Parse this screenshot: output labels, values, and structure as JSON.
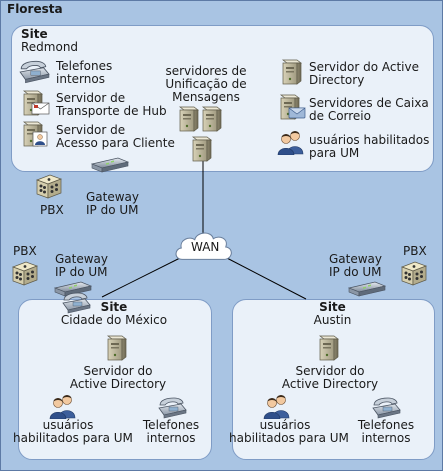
{
  "forest": {
    "title": "Floresta"
  },
  "redmond": {
    "site_label": "Site",
    "name": "Redmond",
    "phones": [
      "Telefones",
      "internos"
    ],
    "hub": [
      "Servidor de",
      "Transporte de Hub"
    ],
    "cas": [
      "Servidor de",
      "Acesso para Cliente"
    ],
    "um_servers": [
      "servidores de",
      "Unificação de",
      "Mensagens"
    ],
    "ad": [
      "Servidor do Active",
      "Directory"
    ],
    "mailbox": [
      "Servidores de Caixa",
      "de Correio"
    ],
    "um_users": [
      "usuários habilitados",
      "para UM"
    ]
  },
  "redmond_edge": {
    "pbx": "PBX",
    "gateway": [
      "Gateway",
      "IP do UM"
    ]
  },
  "wan": "WAN",
  "mexico": {
    "pbx": "PBX",
    "gateway": [
      "Gateway",
      "IP do UM"
    ],
    "site_label": "Site",
    "name": "Cidade do México",
    "ad": [
      "Servidor do",
      "Active Directory"
    ],
    "um_users": [
      "usuários",
      "habilitados para UM"
    ],
    "phones": [
      "Telefones",
      "internos"
    ]
  },
  "austin": {
    "pbx": "PBX",
    "gateway": [
      "Gateway",
      "IP do UM"
    ],
    "site_label": "Site",
    "name": "Austin",
    "ad": [
      "Servidor do",
      "Active Directory"
    ],
    "um_users": [
      "usuários",
      "habilitados para UM"
    ],
    "phones": [
      "Telefones",
      "internos"
    ]
  },
  "colors": {
    "forest_bg": "#a9c4e3",
    "site_bg": "#eaf1f9",
    "site_border": "#7f9cc6",
    "line": "#000000"
  },
  "icons": [
    "phone-icon",
    "hub-server-icon",
    "client-access-server-icon",
    "um-server-icon",
    "ad-server-icon",
    "mailbox-server-icon",
    "users-icon",
    "pbx-icon",
    "gateway-icon",
    "wan-cloud-icon"
  ]
}
